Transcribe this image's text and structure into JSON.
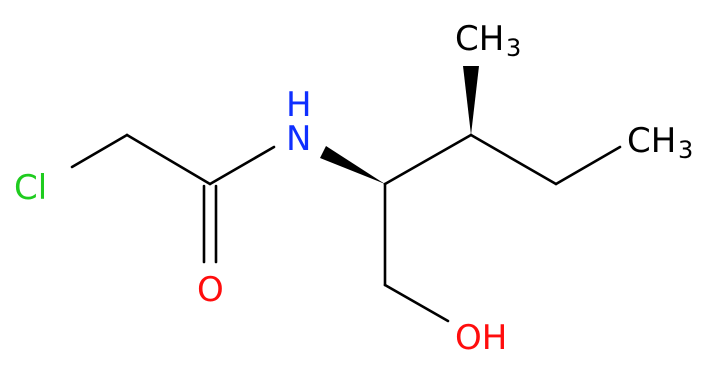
{
  "molecule": {
    "atoms": {
      "cl": {
        "label": "Cl",
        "color": "#1fcc1f"
      },
      "n": {
        "label": "N",
        "color": "#0f2fff"
      },
      "h": {
        "label": "H",
        "color": "#0f2fff"
      },
      "o_carbonyl": {
        "label": "O",
        "color": "#ff0d0d"
      },
      "oh": {
        "label": "OH",
        "color": "#ff0d0d"
      },
      "ch3_top": {
        "label": "CH",
        "sub": "3",
        "color": "#000000"
      },
      "ch3_right": {
        "label": "CH",
        "sub": "3",
        "color": "#000000"
      }
    },
    "bond_color": "#000000",
    "stereo_wedges": 2
  }
}
